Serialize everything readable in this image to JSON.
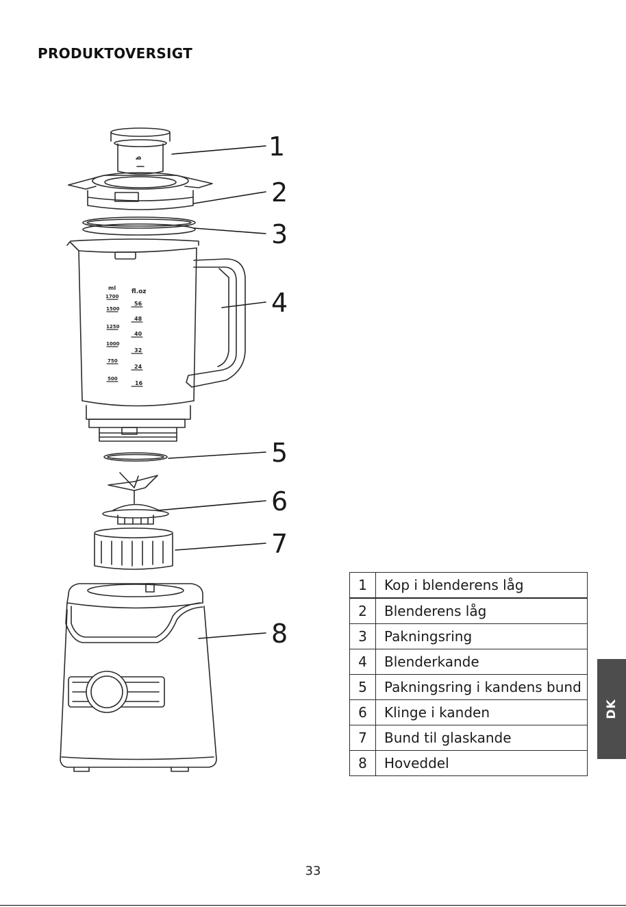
{
  "page": {
    "title": "PRODUKTOVERSIGT",
    "language_tab": "DK",
    "page_number": "33"
  },
  "diagram": {
    "callouts": [
      "1",
      "2",
      "3",
      "4",
      "5",
      "6",
      "7",
      "8"
    ],
    "scale_ml": {
      "unit": "ml",
      "marks": [
        "1700",
        "1500",
        "1250",
        "1000",
        "750",
        "500"
      ]
    },
    "scale_floz": {
      "unit": "fl.oz",
      "marks": [
        "56",
        "48",
        "40",
        "32",
        "24",
        "16"
      ]
    }
  },
  "parts": [
    {
      "num": "1",
      "name": "Kop i blenderens låg"
    },
    {
      "num": "2",
      "name": "Blenderens låg"
    },
    {
      "num": "3",
      "name": "Pakningsring"
    },
    {
      "num": "4",
      "name": "Blenderkande"
    },
    {
      "num": "5",
      "name": "Pakningsring i kandens bund"
    },
    {
      "num": "6",
      "name": "Klinge i kanden"
    },
    {
      "num": "7",
      "name": "Bund til glaskande"
    },
    {
      "num": "8",
      "name": "Hoveddel"
    }
  ],
  "colors": {
    "line": "#2a2a2a",
    "tab_background": "#4d4d4d",
    "tab_text": "#ffffff"
  }
}
